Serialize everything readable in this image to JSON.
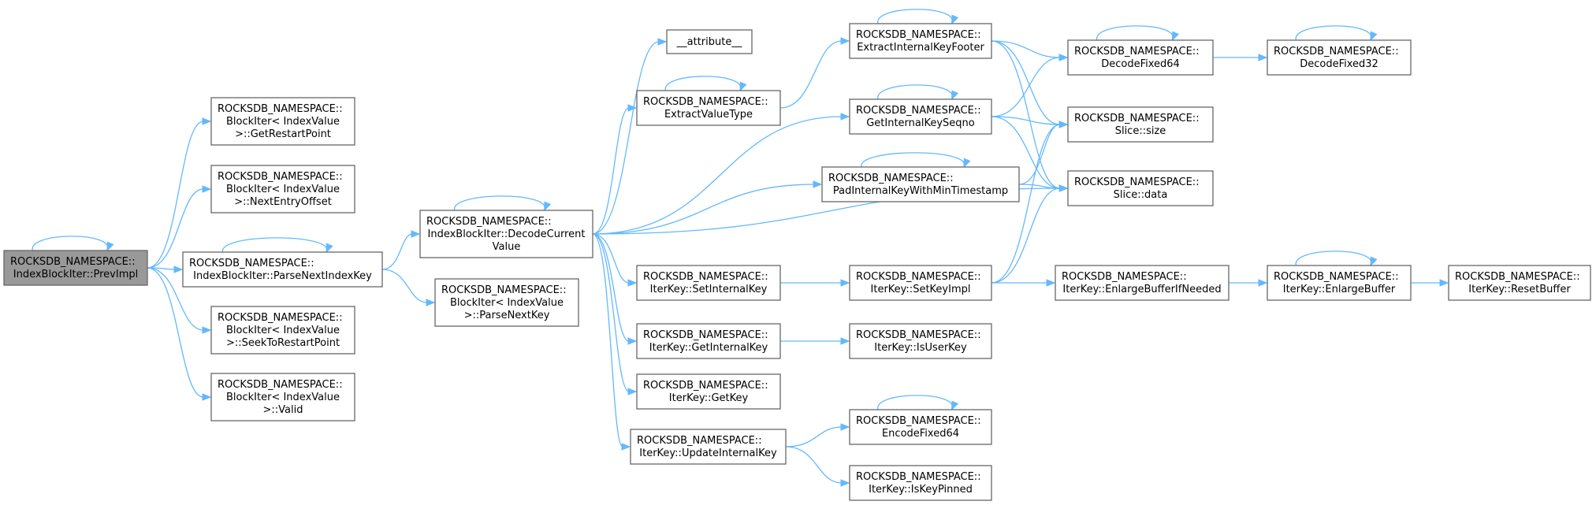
{
  "graph": {
    "nodes": [
      {
        "id": "prevImpl",
        "lines": [
          "ROCKSDB_NAMESPACE::",
          "IndexBlockIter::PrevImpl"
        ],
        "highlight": true
      },
      {
        "id": "getRestartPoint",
        "lines": [
          "ROCKSDB_NAMESPACE::",
          "BlockIter< IndexValue",
          ">::GetRestartPoint"
        ]
      },
      {
        "id": "nextEntryOffset",
        "lines": [
          "ROCKSDB_NAMESPACE::",
          "BlockIter< IndexValue",
          ">::NextEntryOffset"
        ]
      },
      {
        "id": "parseNextIndexKey",
        "lines": [
          "ROCKSDB_NAMESPACE::",
          "IndexBlockIter::ParseNextIndexKey"
        ]
      },
      {
        "id": "seekToRestartPoint",
        "lines": [
          "ROCKSDB_NAMESPACE::",
          "BlockIter< IndexValue",
          ">::SeekToRestartPoint"
        ]
      },
      {
        "id": "valid",
        "lines": [
          "ROCKSDB_NAMESPACE::",
          "BlockIter< IndexValue",
          ">::Valid"
        ]
      },
      {
        "id": "decodeCurrentValue",
        "lines": [
          "ROCKSDB_NAMESPACE::",
          "IndexBlockIter::DecodeCurrent",
          "Value"
        ]
      },
      {
        "id": "parseNextKey",
        "lines": [
          "ROCKSDB_NAMESPACE::",
          "BlockIter< IndexValue",
          ">::ParseNextKey"
        ]
      },
      {
        "id": "attribute",
        "lines": [
          "__attribute__"
        ]
      },
      {
        "id": "extractValueType",
        "lines": [
          "ROCKSDB_NAMESPACE::",
          "ExtractValueType"
        ]
      },
      {
        "id": "setInternalKey",
        "lines": [
          "ROCKSDB_NAMESPACE::",
          "IterKey::SetInternalKey"
        ]
      },
      {
        "id": "getInternalKey",
        "lines": [
          "ROCKSDB_NAMESPACE::",
          "IterKey::GetInternalKey"
        ]
      },
      {
        "id": "getKey",
        "lines": [
          "ROCKSDB_NAMESPACE::",
          "IterKey::GetKey"
        ]
      },
      {
        "id": "updateInternalKey",
        "lines": [
          "ROCKSDB_NAMESPACE::",
          "IterKey::UpdateInternalKey"
        ]
      },
      {
        "id": "extractInternalKeyFooter",
        "lines": [
          "ROCKSDB_NAMESPACE::",
          "ExtractInternalKeyFooter"
        ]
      },
      {
        "id": "getInternalKeySeqno",
        "lines": [
          "ROCKSDB_NAMESPACE::",
          "GetInternalKeySeqno"
        ]
      },
      {
        "id": "padInternalKey",
        "lines": [
          "ROCKSDB_NAMESPACE::",
          "PadInternalKeyWithMinTimestamp"
        ]
      },
      {
        "id": "setKeyImpl",
        "lines": [
          "ROCKSDB_NAMESPACE::",
          "IterKey::SetKeyImpl"
        ]
      },
      {
        "id": "isUserKey",
        "lines": [
          "ROCKSDB_NAMESPACE::",
          "IterKey::IsUserKey"
        ]
      },
      {
        "id": "encodeFixed64",
        "lines": [
          "ROCKSDB_NAMESPACE::",
          "EncodeFixed64"
        ]
      },
      {
        "id": "isKeyPinned",
        "lines": [
          "ROCKSDB_NAMESPACE::",
          "IterKey::IsKeyPinned"
        ]
      },
      {
        "id": "decodeFixed64",
        "lines": [
          "ROCKSDB_NAMESPACE::",
          "DecodeFixed64"
        ]
      },
      {
        "id": "sliceSize",
        "lines": [
          "ROCKSDB_NAMESPACE::",
          "Slice::size"
        ]
      },
      {
        "id": "sliceData",
        "lines": [
          "ROCKSDB_NAMESPACE::",
          "Slice::data"
        ]
      },
      {
        "id": "enlargeBufferIfNeeded",
        "lines": [
          "ROCKSDB_NAMESPACE::",
          "IterKey::EnlargeBufferIfNeeded"
        ]
      },
      {
        "id": "decodeFixed32",
        "lines": [
          "ROCKSDB_NAMESPACE::",
          "DecodeFixed32"
        ]
      },
      {
        "id": "enlargeBuffer",
        "lines": [
          "ROCKSDB_NAMESPACE::",
          "IterKey::EnlargeBuffer"
        ]
      },
      {
        "id": "resetBuffer",
        "lines": [
          "ROCKSDB_NAMESPACE::",
          "IterKey::ResetBuffer"
        ]
      }
    ],
    "edges": [
      [
        "prevImpl",
        "prevImpl"
      ],
      [
        "prevImpl",
        "getRestartPoint"
      ],
      [
        "prevImpl",
        "nextEntryOffset"
      ],
      [
        "prevImpl",
        "parseNextIndexKey"
      ],
      [
        "prevImpl",
        "seekToRestartPoint"
      ],
      [
        "prevImpl",
        "valid"
      ],
      [
        "parseNextIndexKey",
        "parseNextIndexKey"
      ],
      [
        "parseNextIndexKey",
        "decodeCurrentValue"
      ],
      [
        "parseNextIndexKey",
        "parseNextKey"
      ],
      [
        "decodeCurrentValue",
        "decodeCurrentValue"
      ],
      [
        "decodeCurrentValue",
        "attribute"
      ],
      [
        "decodeCurrentValue",
        "extractValueType"
      ],
      [
        "decodeCurrentValue",
        "getInternalKeySeqno"
      ],
      [
        "decodeCurrentValue",
        "padInternalKey"
      ],
      [
        "decodeCurrentValue",
        "sliceData"
      ],
      [
        "decodeCurrentValue",
        "setInternalKey"
      ],
      [
        "decodeCurrentValue",
        "getInternalKey"
      ],
      [
        "decodeCurrentValue",
        "getKey"
      ],
      [
        "decodeCurrentValue",
        "updateInternalKey"
      ],
      [
        "extractValueType",
        "extractValueType"
      ],
      [
        "extractValueType",
        "extractInternalKeyFooter"
      ],
      [
        "extractInternalKeyFooter",
        "extractInternalKeyFooter"
      ],
      [
        "extractInternalKeyFooter",
        "decodeFixed64"
      ],
      [
        "extractInternalKeyFooter",
        "sliceSize"
      ],
      [
        "extractInternalKeyFooter",
        "sliceData"
      ],
      [
        "getInternalKeySeqno",
        "getInternalKeySeqno"
      ],
      [
        "getInternalKeySeqno",
        "decodeFixed64"
      ],
      [
        "getInternalKeySeqno",
        "sliceSize"
      ],
      [
        "getInternalKeySeqno",
        "sliceData"
      ],
      [
        "padInternalKey",
        "padInternalKey"
      ],
      [
        "padInternalKey",
        "sliceSize"
      ],
      [
        "padInternalKey",
        "sliceData"
      ],
      [
        "setInternalKey",
        "setKeyImpl"
      ],
      [
        "setKeyImpl",
        "sliceSize"
      ],
      [
        "setKeyImpl",
        "sliceData"
      ],
      [
        "setKeyImpl",
        "enlargeBufferIfNeeded"
      ],
      [
        "getInternalKey",
        "isUserKey"
      ],
      [
        "updateInternalKey",
        "encodeFixed64"
      ],
      [
        "updateInternalKey",
        "isKeyPinned"
      ],
      [
        "encodeFixed64",
        "encodeFixed64"
      ],
      [
        "decodeFixed64",
        "decodeFixed64"
      ],
      [
        "decodeFixed64",
        "decodeFixed32"
      ],
      [
        "decodeFixed32",
        "decodeFixed32"
      ],
      [
        "enlargeBufferIfNeeded",
        "enlargeBuffer"
      ],
      [
        "enlargeBuffer",
        "enlargeBuffer"
      ],
      [
        "enlargeBuffer",
        "resetBuffer"
      ]
    ]
  }
}
